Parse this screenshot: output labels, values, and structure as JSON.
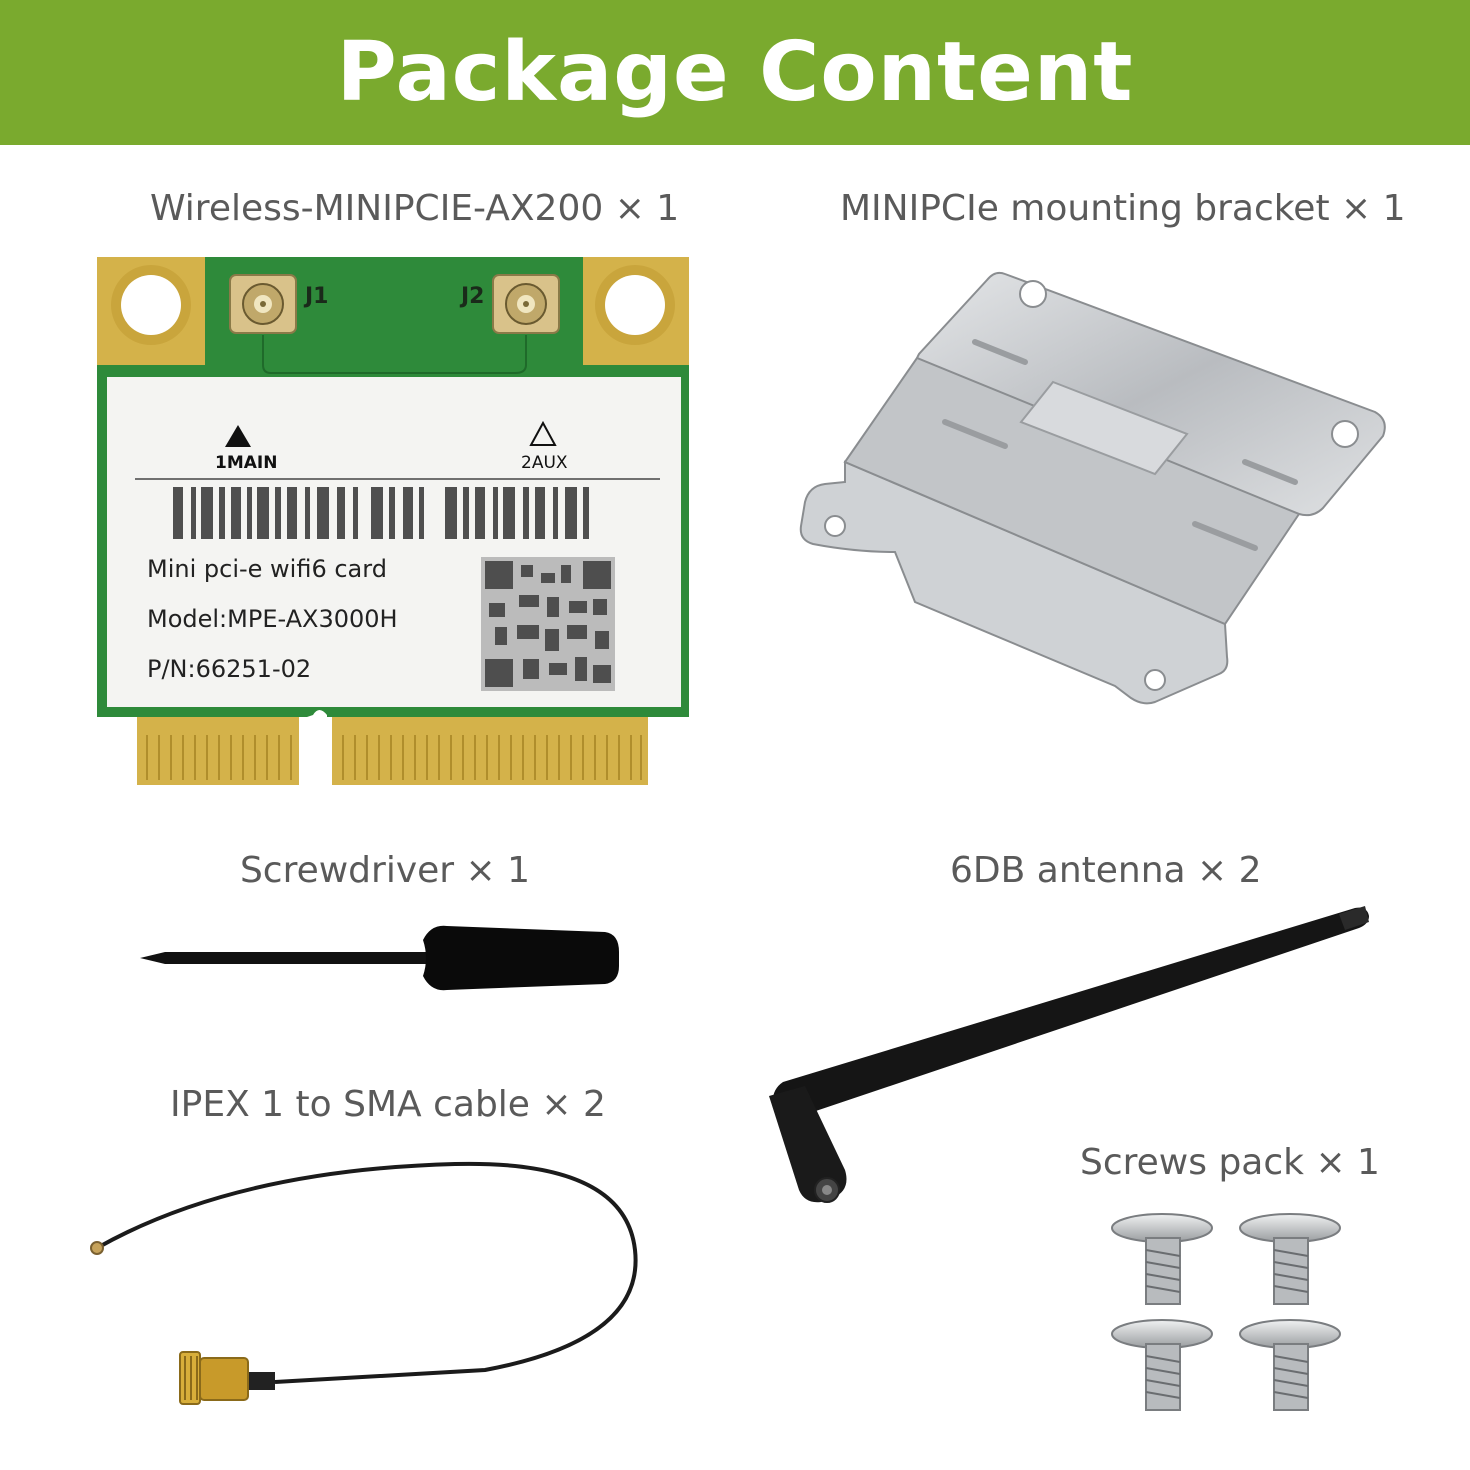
{
  "header": {
    "title": "Package Content"
  },
  "items": [
    {
      "id": "wifi-card",
      "caption": "Wireless-MINIPCIE-AX200 × 1"
    },
    {
      "id": "bracket",
      "caption": "MINIPCIe mounting bracket × 1"
    },
    {
      "id": "screwdriver",
      "caption": "Screwdriver × 1"
    },
    {
      "id": "antenna",
      "caption": "6DB antenna × 2"
    },
    {
      "id": "cable",
      "caption": "IPEX 1 to SMA cable × 2"
    },
    {
      "id": "screws",
      "caption": "Screws pack × 1"
    }
  ],
  "card_label": {
    "main_label": "1MAIN",
    "aux_label": "2AUX",
    "j1": "J1",
    "j2": "J2",
    "line1": "Mini pci-e wifi6 card",
    "line2": "Model:MPE-AX3000H",
    "line3": "P/N:66251-02"
  },
  "colors": {
    "banner": "#7aaa2e",
    "pcb": "#2e8a3a",
    "gold": "#d4b24a"
  }
}
